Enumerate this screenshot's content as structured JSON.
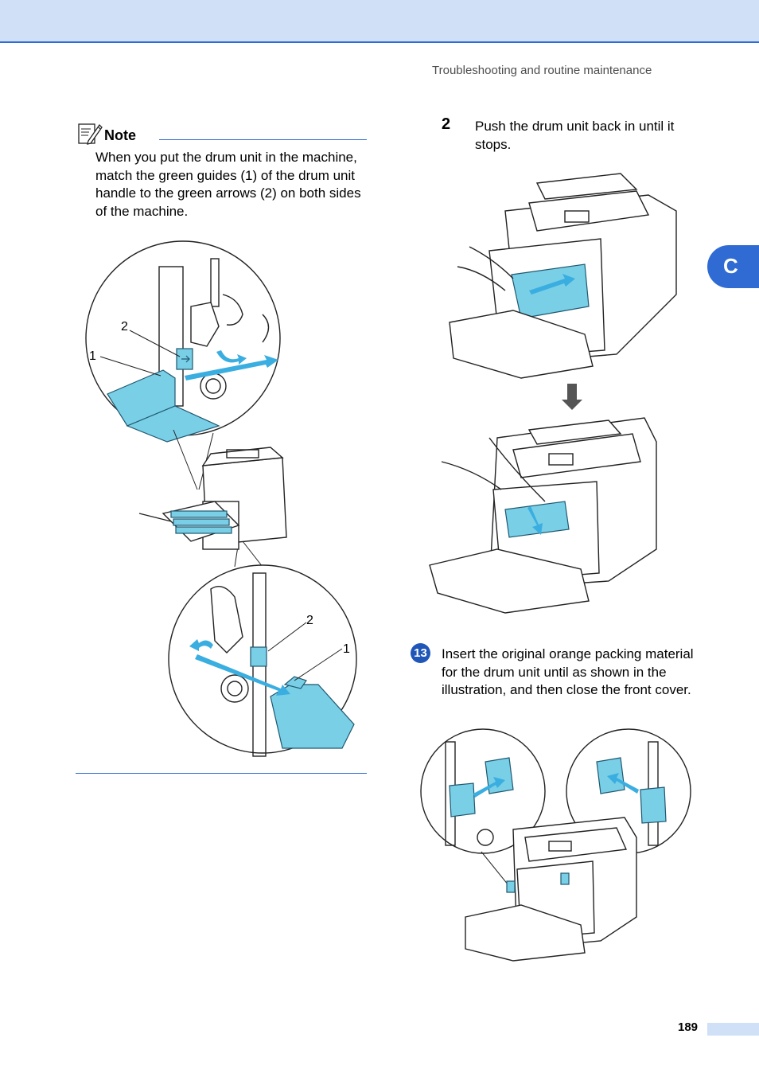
{
  "header": {
    "title": "Troubleshooting and routine maintenance"
  },
  "chapter_tab": {
    "letter": "C"
  },
  "note": {
    "label": "Note",
    "text": "When you put the drum unit in the machine, match the green guides (1) of the drum unit handle to the green arrows (2) on both sides of the machine.",
    "callouts": {
      "top_2": "2",
      "top_1": "1",
      "bottom_2": "2",
      "bottom_1": "1"
    }
  },
  "step2": {
    "number": "2",
    "text": "Push the drum unit back in until it stops."
  },
  "step13": {
    "number": "13",
    "text": "Insert the original orange packing material for the drum unit until as shown in the illustration, and then close the front cover."
  },
  "footer": {
    "page_number": "189"
  },
  "colors": {
    "accent": "#2f6bd3",
    "header_band": "#cfe0f7",
    "illustration_blue": "#79cfe6"
  }
}
